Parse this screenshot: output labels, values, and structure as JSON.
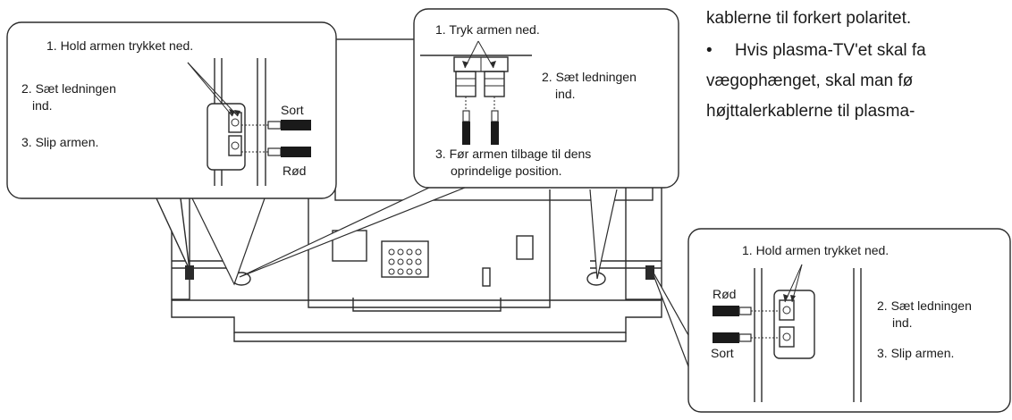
{
  "body_text": {
    "line1": "kablerne til forkert polaritet.",
    "bullet": "•",
    "line2": "Hvis plasma-TV'et skal fa",
    "line3": "vægophænget, skal man fø",
    "line4": "højttalerkablerne til plasma-"
  },
  "callout_left": {
    "step1": "1. Hold armen trykket ned.",
    "step2_line1": "2.  Sæt ledningen",
    "step2_line2": "ind.",
    "step3": "3. Slip armen.",
    "label_top": "Sort",
    "label_bottom": "Rød"
  },
  "callout_center": {
    "step1": "1. Tryk armen ned.",
    "step2_line1": "2.  Sæt ledningen",
    "step2_line2": "ind.",
    "step3_line1": "3. Før armen tilbage til dens",
    "step3_line2": "oprindelige position."
  },
  "callout_right": {
    "step1": "1. Hold armen trykket ned.",
    "step2_line1": "2.  Sæt ledningen",
    "step2_line2": "ind.",
    "step3": "3. Slip armen.",
    "label_top": "Rød",
    "label_bottom": "Sort"
  }
}
